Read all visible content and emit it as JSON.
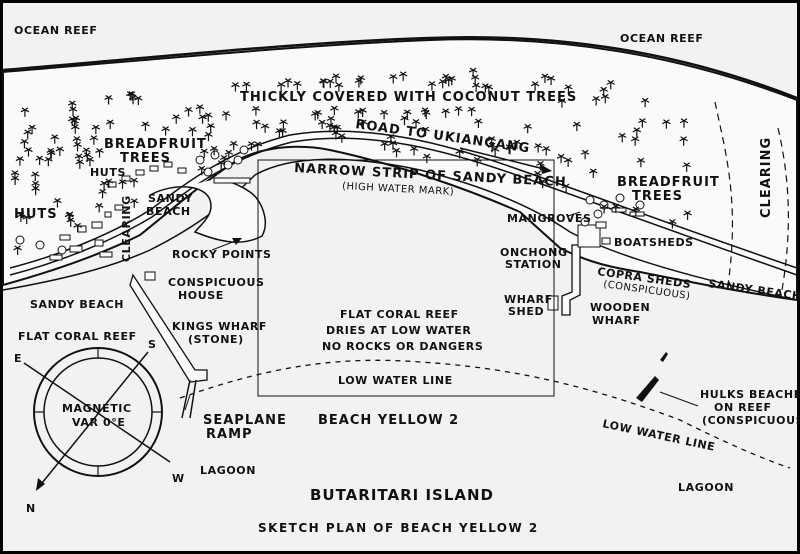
{
  "title": "BUTARITARI ISLAND",
  "subtitle": "SKETCH PLAN OF BEACH YELLOW 2",
  "labels": {
    "ocean_reef_left": "OCEAN REEF",
    "ocean_reef_right": "OCEAN REEF",
    "coconut": "THICKLY COVERED WITH COCONUT TREES",
    "road": "ROAD TO UKIANGANG",
    "breadfruit_left_1": "BREADFRUIT",
    "breadfruit_left_2": "TREES",
    "breadfruit_right_1": "BREADFRUIT",
    "breadfruit_right_2": "TREES",
    "huts_small": "HUTS",
    "huts_large": "HUTS",
    "sandy_beach_inlet_1": "SANDY",
    "sandy_beach_inlet_2": "BEACH",
    "clearing_left": "CLEARING",
    "clearing_right": "CLEARING",
    "narrow_strip": "NARROW STRIP OF SANDY BEACH",
    "high_water": "(HIGH WATER MARK)",
    "mangroves": "MANGROVES",
    "onchong_1": "ONCHONG",
    "onchong_2": "STATION",
    "boatsheds": "BOATSHEDS",
    "copra_1": "COPRA SHEDS",
    "copra_2": "(CONSPICUOUS)",
    "sandy_beach_right": "SANDY BEACH",
    "rocky_points": "ROCKY POINTS",
    "conspicuous_1": "CONSPICUOUS",
    "conspicuous_2": "HOUSE",
    "sandy_beach_left": "SANDY BEACH",
    "flat_coral_left": "FLAT CORAL REEF",
    "kings_wharf_1": "KINGS WHARF",
    "kings_wharf_2": "(STONE)",
    "flat_coral_center_1": "FLAT CORAL REEF",
    "flat_coral_center_2": "DRIES AT LOW WATER",
    "flat_coral_center_3": "NO ROCKS OR DANGERS",
    "wharf_shed_1": "WHARF",
    "wharf_shed_2": "SHED",
    "wooden_wharf_1": "WOODEN",
    "wooden_wharf_2": "WHARF",
    "low_water_center": "LOW WATER LINE",
    "low_water_right": "LOW WATER LINE",
    "hulks_1": "HULKS BEACHED",
    "hulks_2": "ON REEF",
    "hulks_3": "(CONSPICUOUS)",
    "seaplane_1": "SEAPLANE",
    "seaplane_2": "RAMP",
    "beach_yellow": "BEACH YELLOW 2",
    "lagoon_left": "LAGOON",
    "lagoon_right": "LAGOON"
  },
  "compass": {
    "magnetic": "MAGNETIC",
    "var": "VAR 0°E",
    "n": "N",
    "e": "E",
    "s": "S",
    "w": "W"
  }
}
